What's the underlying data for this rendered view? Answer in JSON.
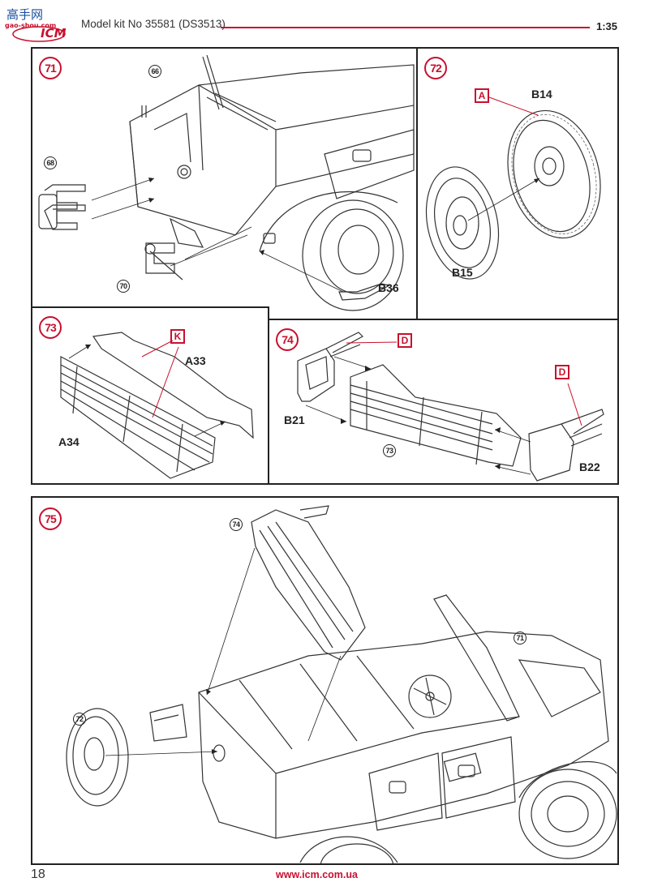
{
  "header": {
    "logo_cn": "高手网",
    "logo_site": "gao-shou.com",
    "logo_brand": "ICM",
    "title": "Model kit No 35581 (DS3513)",
    "scale": "1:35"
  },
  "colors": {
    "accent": "#c8102e",
    "line": "#222222"
  },
  "steps": [
    {
      "number": "71",
      "refs": [
        "66",
        "68",
        "70"
      ],
      "parts": [
        "B36"
      ],
      "color_codes": []
    },
    {
      "number": "72",
      "refs": [],
      "parts": [
        "B14",
        "B15"
      ],
      "color_codes": [
        "A"
      ]
    },
    {
      "number": "73",
      "refs": [],
      "parts": [
        "A33",
        "A34"
      ],
      "color_codes": [
        "K"
      ]
    },
    {
      "number": "74",
      "refs": [
        "73"
      ],
      "parts": [
        "B21",
        "B22"
      ],
      "color_codes": [
        "D",
        "D"
      ]
    },
    {
      "number": "75",
      "refs": [
        "74",
        "71",
        "72"
      ],
      "parts": [],
      "color_codes": []
    }
  ],
  "footer": {
    "page_number": "18",
    "website": "www.icm.com.ua"
  }
}
